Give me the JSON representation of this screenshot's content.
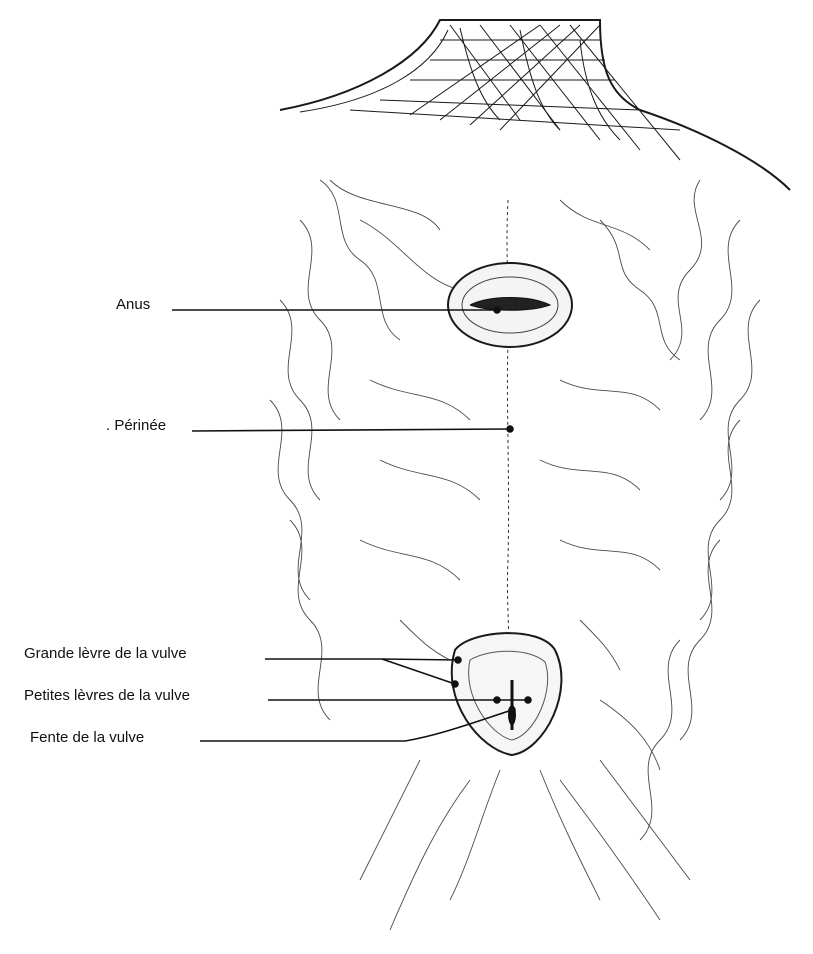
{
  "labels": {
    "anus": "Anus",
    "perinee": ". Périnée",
    "grande_levre": "Grande lèvre de la vulve",
    "petites_levres": "Petites lèvres de la vulve",
    "fente": "Fente de la vulve"
  },
  "colors": {
    "ink": "#111111",
    "paper": "#ffffff"
  }
}
